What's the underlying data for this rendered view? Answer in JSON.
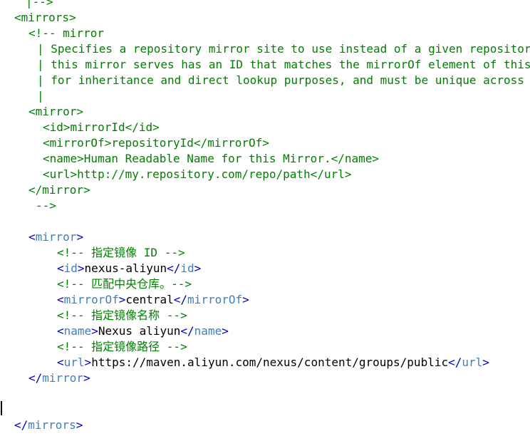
{
  "editor": {
    "language": "xml",
    "colors": {
      "comment": "#008000",
      "tag_legacy": "#008000",
      "bracket": "#0000c0",
      "tag_name": "#3f7fbf",
      "text": "#000000"
    },
    "lines": [
      {
        "indent": 36,
        "tokens": [
          {
            "t": "|-->",
            "c": "comment"
          }
        ]
      },
      {
        "indent": 20,
        "tokens": [
          {
            "t": "<mirrors>",
            "c": "tag"
          }
        ]
      },
      {
        "indent": 40,
        "tokens": [
          {
            "t": "<!-- mirror",
            "c": "comment"
          }
        ]
      },
      {
        "indent": 52,
        "tokens": [
          {
            "t": "| Specifies a repository mirror site to use instead of a given repository. The repository that",
            "c": "comment"
          }
        ]
      },
      {
        "indent": 52,
        "tokens": [
          {
            "t": "| this mirror serves has an ID that matches the mirrorOf element of this mirror. IDs are used",
            "c": "comment"
          }
        ]
      },
      {
        "indent": 52,
        "tokens": [
          {
            "t": "| for inheritance and direct lookup purposes, and must be unique across the set of mirrors.",
            "c": "comment"
          }
        ]
      },
      {
        "indent": 52,
        "tokens": [
          {
            "t": "|",
            "c": "comment"
          }
        ]
      },
      {
        "indent": 40,
        "tokens": [
          {
            "t": "<mirror>",
            "c": "tag"
          }
        ]
      },
      {
        "indent": 60,
        "tokens": [
          {
            "t": "<id>mirrorId</id>",
            "c": "tag"
          }
        ]
      },
      {
        "indent": 60,
        "tokens": [
          {
            "t": "<mirrorOf>repositoryId</mirrorOf>",
            "c": "tag"
          }
        ]
      },
      {
        "indent": 60,
        "tokens": [
          {
            "t": "<name>Human Readable Name for this Mirror.</name>",
            "c": "tag"
          }
        ]
      },
      {
        "indent": 60,
        "tokens": [
          {
            "t": "<url>http://my.repository.com/repo/path</url>",
            "c": "tag"
          }
        ]
      },
      {
        "indent": 40,
        "tokens": [
          {
            "t": "</mirror>",
            "c": "tag"
          }
        ]
      },
      {
        "indent": 50,
        "tokens": [
          {
            "t": "-->",
            "c": "comment"
          }
        ]
      },
      {
        "indent": 0,
        "tokens": []
      },
      {
        "indent": 40,
        "tokens": [
          {
            "t": "<",
            "c": "bracket"
          },
          {
            "t": "mirror",
            "c": "name"
          },
          {
            "t": ">",
            "c": "bracket"
          }
        ]
      },
      {
        "indent": 80,
        "tokens": [
          {
            "t": "<!-- 指定镜像 ID -->",
            "c": "comment"
          }
        ]
      },
      {
        "indent": 80,
        "tokens": [
          {
            "t": "<",
            "c": "bracket"
          },
          {
            "t": "id",
            "c": "name"
          },
          {
            "t": ">",
            "c": "bracket"
          },
          {
            "t": "nexus-aliyun",
            "c": "text"
          },
          {
            "t": "</",
            "c": "bracket"
          },
          {
            "t": "id",
            "c": "name"
          },
          {
            "t": ">",
            "c": "bracket"
          }
        ]
      },
      {
        "indent": 80,
        "tokens": [
          {
            "t": "<!-- 匹配中央仓库。-->",
            "c": "comment"
          }
        ]
      },
      {
        "indent": 80,
        "tokens": [
          {
            "t": "<",
            "c": "bracket"
          },
          {
            "t": "mirrorOf",
            "c": "name"
          },
          {
            "t": ">",
            "c": "bracket"
          },
          {
            "t": "central",
            "c": "text"
          },
          {
            "t": "</",
            "c": "bracket"
          },
          {
            "t": "mirrorOf",
            "c": "name"
          },
          {
            "t": ">",
            "c": "bracket"
          }
        ]
      },
      {
        "indent": 80,
        "tokens": [
          {
            "t": "<!-- 指定镜像名称 -->",
            "c": "comment"
          }
        ]
      },
      {
        "indent": 80,
        "tokens": [
          {
            "t": "<",
            "c": "bracket"
          },
          {
            "t": "name",
            "c": "name"
          },
          {
            "t": ">",
            "c": "bracket"
          },
          {
            "t": "Nexus aliyun",
            "c": "text"
          },
          {
            "t": "</",
            "c": "bracket"
          },
          {
            "t": "name",
            "c": "name"
          },
          {
            "t": ">",
            "c": "bracket"
          }
        ]
      },
      {
        "indent": 80,
        "tokens": [
          {
            "t": "<!-- 指定镜像路径 -->",
            "c": "comment"
          }
        ]
      },
      {
        "indent": 80,
        "tokens": [
          {
            "t": "<",
            "c": "bracket"
          },
          {
            "t": "url",
            "c": "name"
          },
          {
            "t": ">",
            "c": "bracket"
          },
          {
            "t": "https://maven.aliyun.com/nexus/content/groups/public",
            "c": "text"
          },
          {
            "t": "</",
            "c": "bracket"
          },
          {
            "t": "url",
            "c": "name"
          },
          {
            "t": ">",
            "c": "bracket"
          }
        ]
      },
      {
        "indent": 40,
        "tokens": [
          {
            "t": "</",
            "c": "bracket"
          },
          {
            "t": "mirror",
            "c": "name"
          },
          {
            "t": ">",
            "c": "bracket"
          }
        ]
      },
      {
        "indent": 0,
        "tokens": []
      },
      {
        "indent": 0,
        "tokens": []
      },
      {
        "indent": 20,
        "tokens": [
          {
            "t": "</",
            "c": "bracket"
          },
          {
            "t": "mirrors",
            "c": "name"
          },
          {
            "t": ">",
            "c": "bracket"
          }
        ]
      }
    ]
  }
}
